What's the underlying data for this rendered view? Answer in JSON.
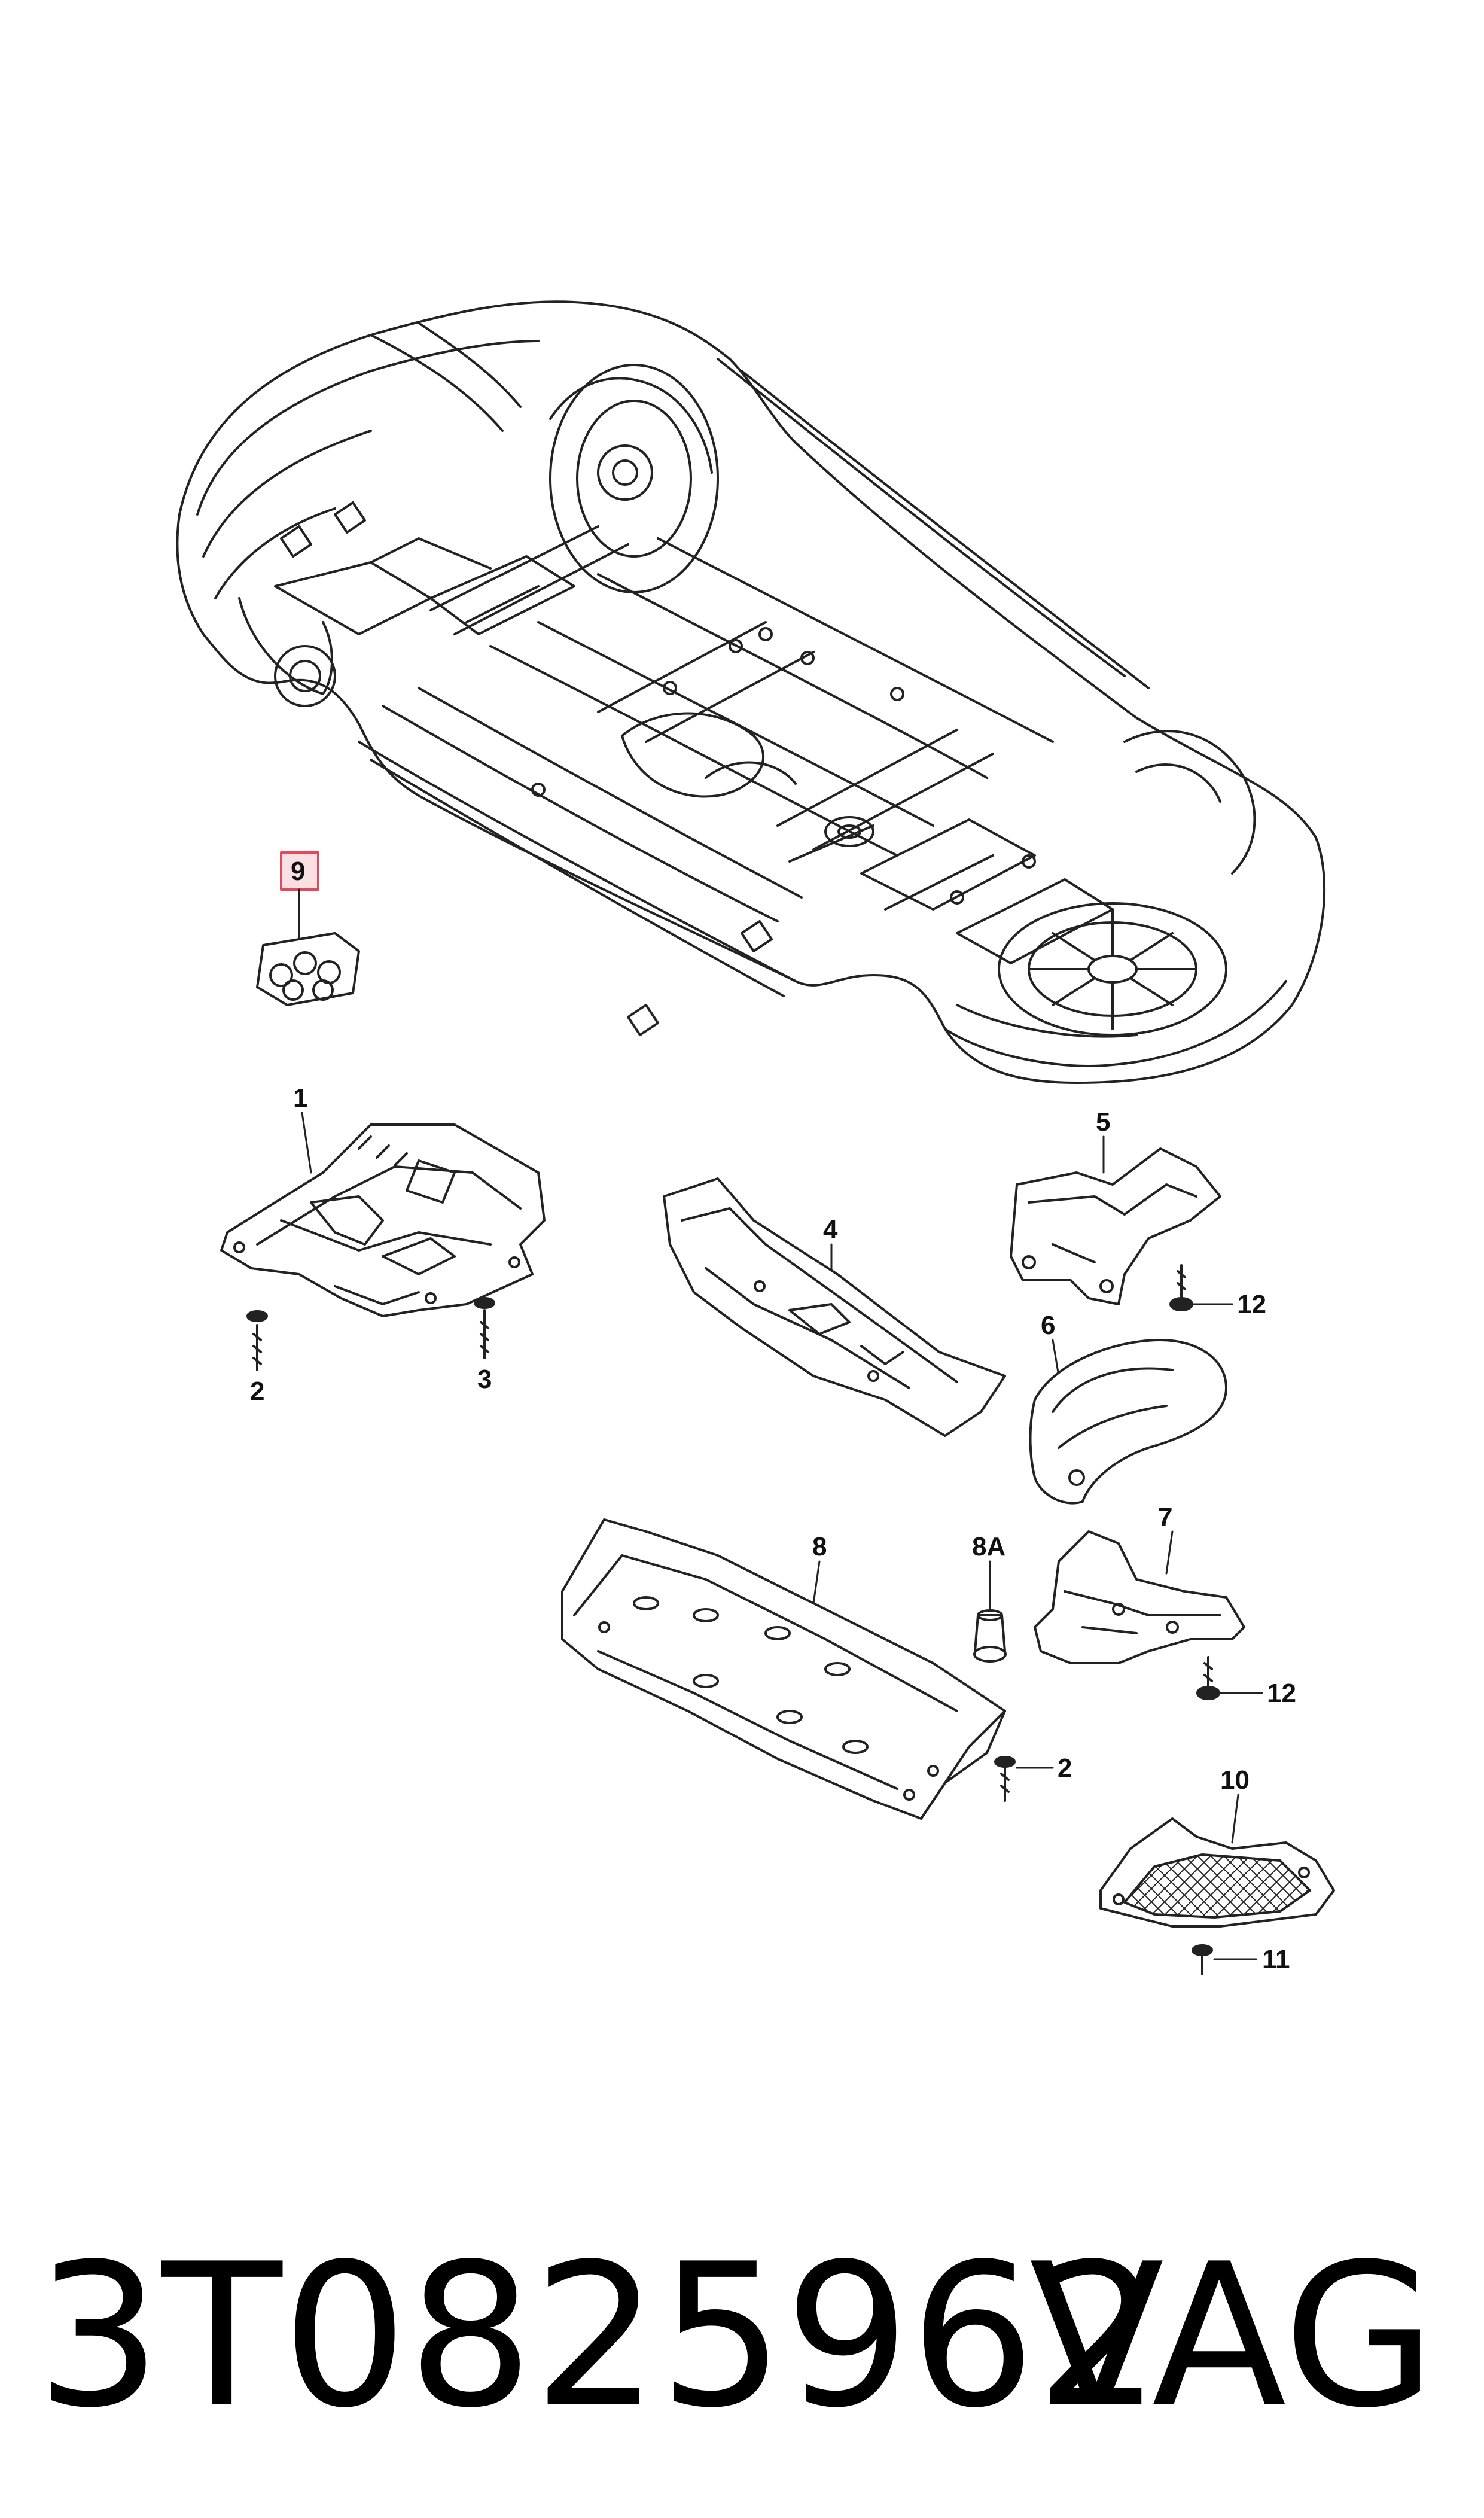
{
  "callouts": {
    "c1": "1",
    "c2a": "2",
    "c3": "3",
    "c4": "4",
    "c5": "5",
    "c6": "6",
    "c7": "7",
    "c8": "8",
    "c8a": "8A",
    "c9": "9",
    "c10": "10",
    "c2b": "2",
    "c11": "11",
    "c12a": "12",
    "c12b": "12"
  },
  "highlight_color": "#e04a5a",
  "highlight_fill": "#fbe0e3",
  "footer": {
    "part_number": "3T0825962",
    "brand": "VAG"
  }
}
